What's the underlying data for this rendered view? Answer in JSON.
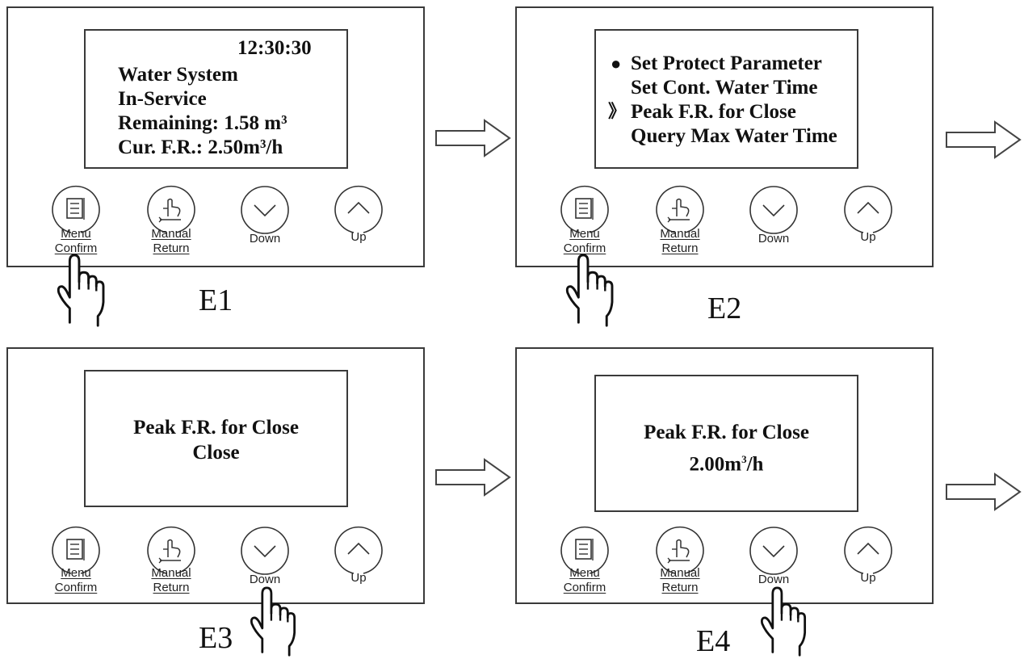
{
  "e1": {
    "caption": "E1",
    "time": "12:30:30",
    "lines": [
      "Water System",
      "In-Service",
      "Remaining: 1.58 m³",
      "Cur. F.R.: 2.50m³/h"
    ]
  },
  "e2": {
    "caption": "E2",
    "bullet": "●",
    "pointer": "》",
    "menu": [
      "Set Protect Parameter",
      "Set Cont. Water Time",
      "Peak F.R. for Close",
      "Query Max Water Time"
    ]
  },
  "e3": {
    "caption": "E3",
    "lines": [
      "Peak F.R. for Close",
      "Close"
    ]
  },
  "e4": {
    "caption": "E4",
    "title": "Peak F.R. for Close",
    "value_num": "2.00m",
    "value_sup": "3",
    "value_unit": "/h"
  },
  "buttons": {
    "menu_top": "Menu",
    "menu_bottom": "Confirm",
    "manual_top": "Manual",
    "manual_bottom": "Return",
    "down": "Down",
    "up": "Up"
  },
  "icons": [
    "menu-icon",
    "hand-press-icon",
    "chevron-down-icon",
    "chevron-up-icon",
    "pointing-hand-icon",
    "right-arrow-icon"
  ]
}
